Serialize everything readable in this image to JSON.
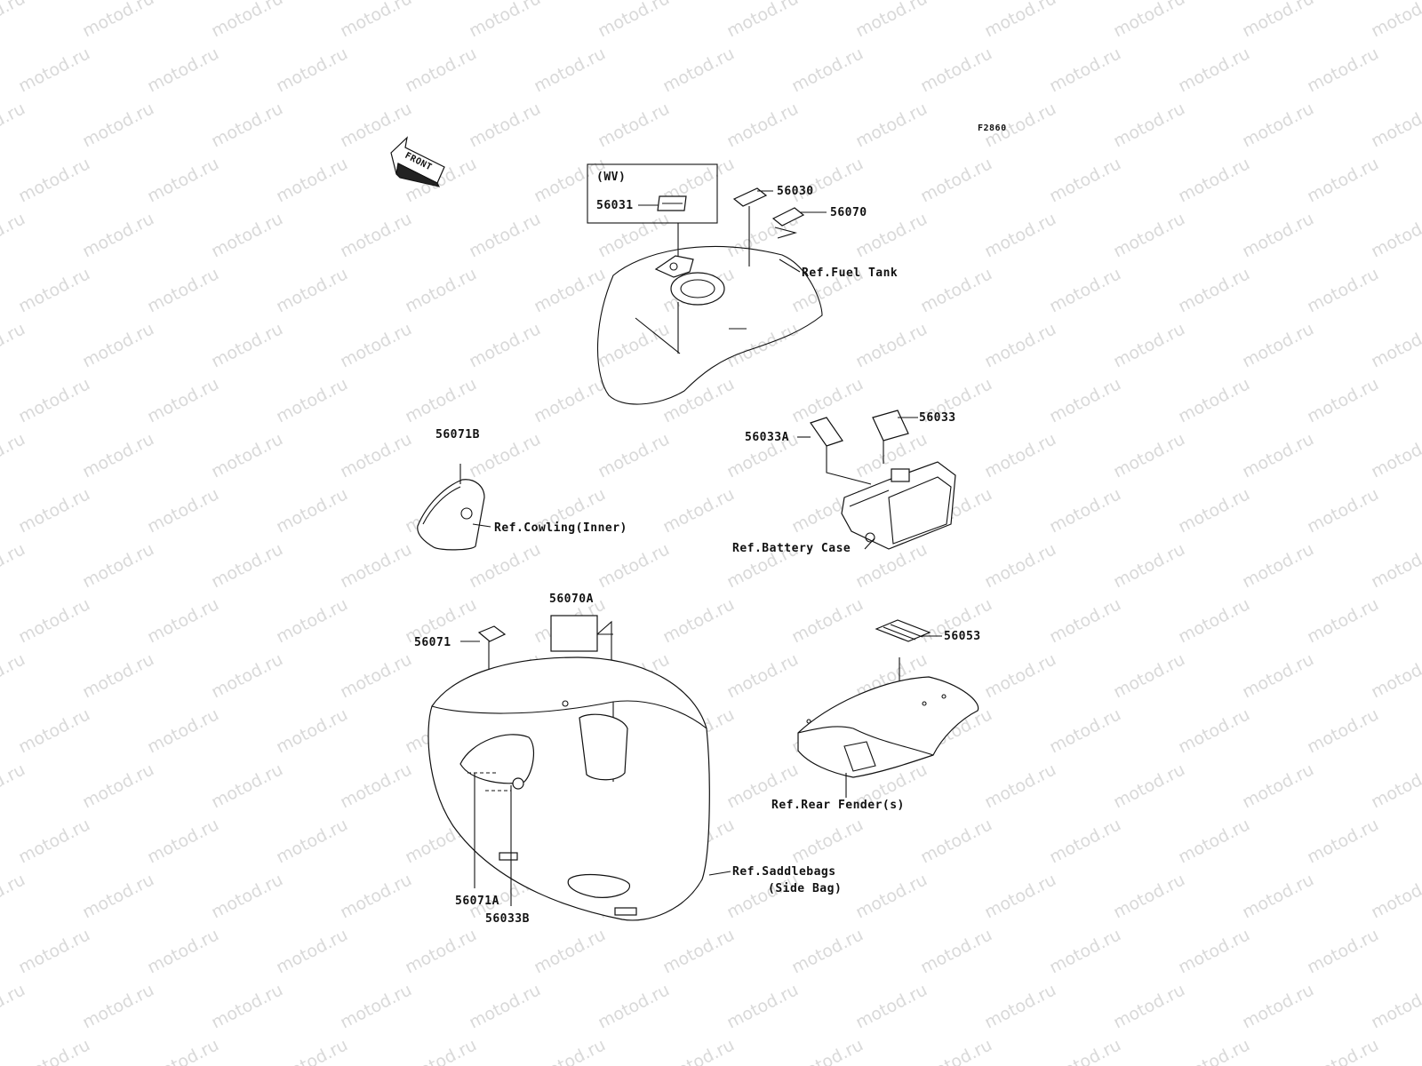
{
  "watermark_text": "motod.ru",
  "figure_code": "F2860",
  "front_arrow_label": "FRONT",
  "variant_box_label": "(WV)",
  "parts": {
    "p56031": "56031",
    "p56030": "56030",
    "p56070": "56070",
    "p56033": "56033",
    "p56033A": "56033A",
    "p56071B": "56071B",
    "p56070A": "56070A",
    "p56071": "56071",
    "p56053": "56053",
    "p56071A": "56071A",
    "p56033B": "56033B"
  },
  "references": {
    "fuel_tank": "Ref.Fuel Tank",
    "cowling": "Ref.Cowling(Inner)",
    "battery_case": "Ref.Battery Case",
    "rear_fender": "Ref.Rear Fender(s)",
    "saddlebags_line1": "Ref.Saddlebags",
    "saddlebags_line2": "(Side Bag)"
  },
  "colors": {
    "line": "#111111",
    "watermark": "#d9d9d9",
    "background": "#ffffff"
  }
}
